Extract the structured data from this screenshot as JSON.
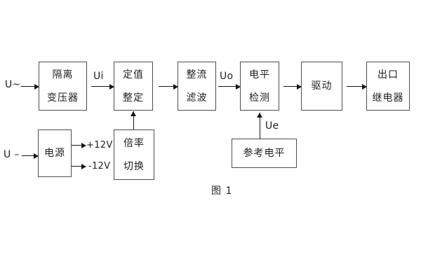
{
  "caption": "图 1",
  "colors": {
    "background": "#ffffff",
    "box_border": "#4d4d4d",
    "text": "#1f1f1f",
    "arrow": "#161616"
  },
  "blocks": {
    "isolation_transformer": {
      "line1": "隔离",
      "line2": "变压器"
    },
    "setting_adjust": {
      "line1": "定值",
      "line2": "整定"
    },
    "rectify_filter": {
      "line1": "整流",
      "line2": "滤波"
    },
    "level_detect": {
      "line1": "电平",
      "line2": "检测"
    },
    "drive": {
      "label": "驱动"
    },
    "output_relay": {
      "line1": "出口",
      "line2": "继电器"
    },
    "power_supply": {
      "label": "电源"
    },
    "ratio_switch": {
      "line1": "倍率",
      "line2": "切换"
    },
    "reference_level": {
      "label": "参考电平"
    }
  },
  "signals": {
    "ac_input": "U~",
    "dc_input": "U –",
    "ui": "Ui",
    "uo": "Uo",
    "ue": "Ue",
    "plus_12v": "+12V",
    "minus_12v": "-12V"
  }
}
